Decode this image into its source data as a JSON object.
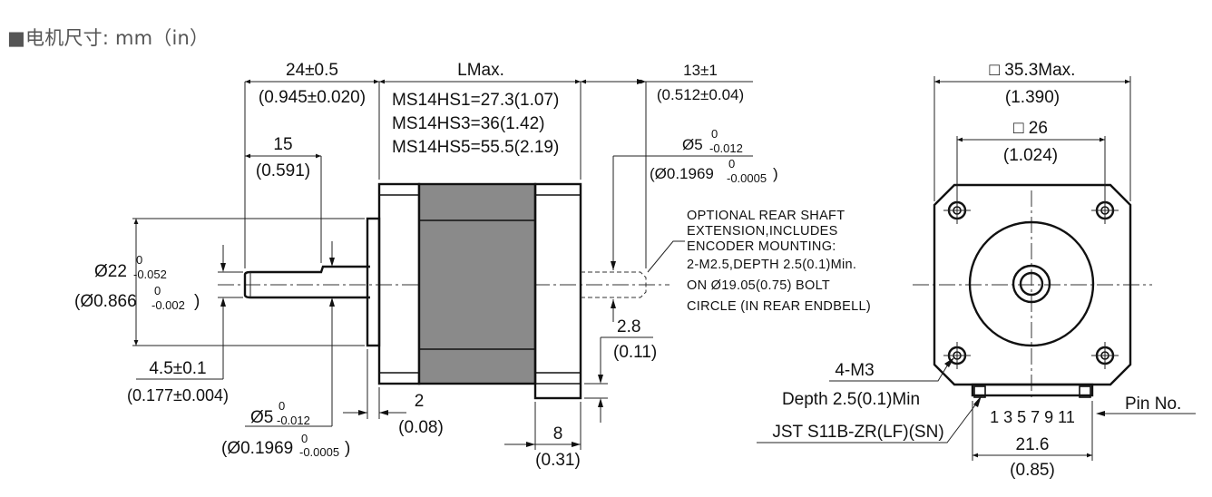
{
  "heading": "■电机尺寸: mm（in）",
  "labels": {
    "shaft_len_mm": "24±0.5",
    "shaft_len_in": "(0.945±0.020)",
    "flat_len_mm": "15",
    "flat_len_in": "(0.591)",
    "body_len": "LMax.",
    "body_hs1": "MS14HS1=27.3(1.07)",
    "body_hs3": "MS14HS3=36(1.42)",
    "body_hs5": "MS14HS5=55.5(2.19)",
    "rear_len_mm": "13±1",
    "rear_len_in": "(0.512±0.04)",
    "rear_dia_mm": "Ø5",
    "rear_dia_in": "(Ø0.1969",
    "rear_dia_in_close": ")",
    "tol_zero": "0",
    "tol_012": "-0.012",
    "tol_0005": "-0.0005",
    "tol_052": "-0.052",
    "tol_002": "-0.002",
    "boss_dia_mm": "Ø22",
    "boss_dia_in": "(Ø0.866",
    "boss_dia_in_close": ")",
    "flat_depth_mm": "4.5±0.1",
    "flat_depth_in": "(0.177±0.004)",
    "front_dia_mm": "Ø5",
    "front_dia_in": "(Ø0.1969",
    "front_dia_in_close": ")",
    "boss_h_mm": "2",
    "boss_h_in": "(0.08)",
    "flange_mm": "8",
    "flange_in": "(0.31)",
    "rear_gap_mm": "2.8",
    "rear_gap_in": "(0.11)",
    "note_1": "OPTIONAL REAR SHAFT",
    "note_2": "EXTENSION,INCLUDES",
    "note_3": "ENCODER MOUNTING:",
    "note_4": "2-M2.5,DEPTH 2.5(0.1)Min.",
    "note_5": "ON Ø19.05(0.75) BOLT",
    "note_6": "CIRCLE (IN REAR ENDBELL)",
    "square_max_mm": "□ 35.3Max.",
    "square_max_in": "(1.390)",
    "bolt_sq_mm": "□ 26",
    "bolt_sq_in": "(1.024)",
    "screw": "4-M3",
    "screw_depth": "Depth 2.5(0.1)Min",
    "connector": "JST S11B-ZR(LF)(SN)",
    "pins": "1 3 5 7 9 11",
    "pin_label": "Pin No.",
    "conn_w_mm": "21.6",
    "conn_w_in": "(0.85)"
  }
}
